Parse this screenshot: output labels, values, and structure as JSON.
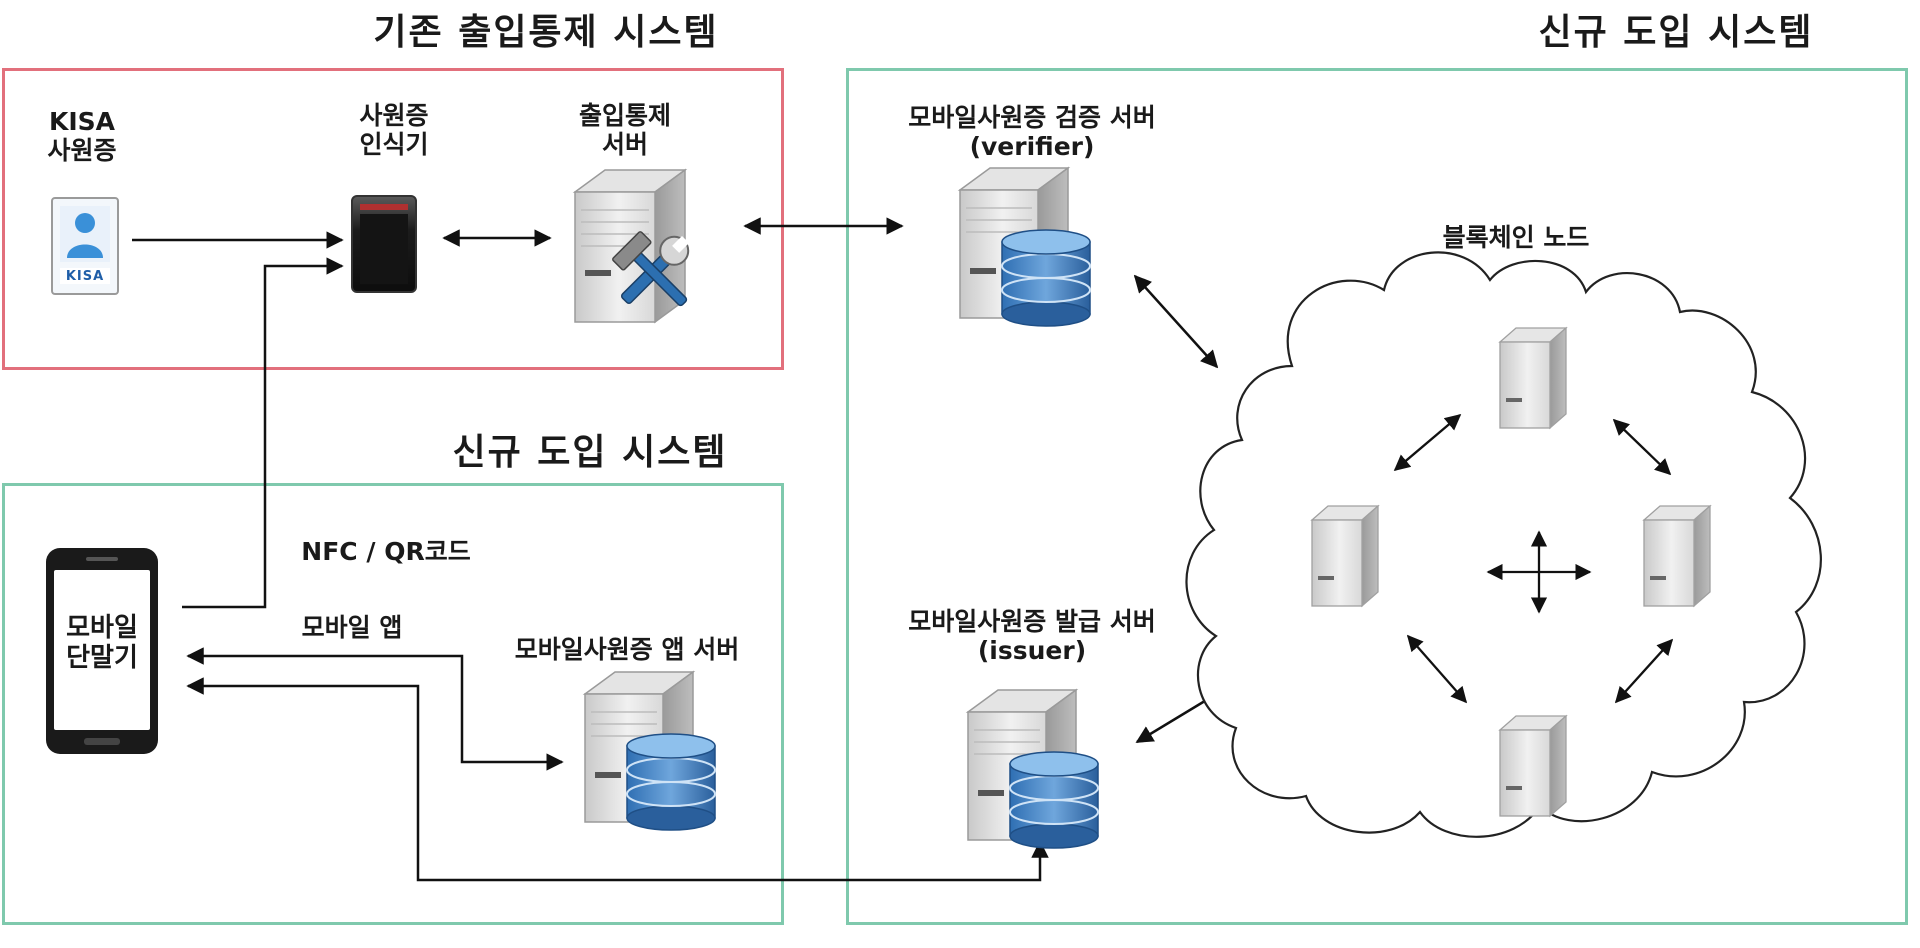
{
  "regions": {
    "legacy_title": "기존 출입통제 시스템",
    "new_title_left": "신규 도입 시스템",
    "new_title_right": "신규 도입 시스템"
  },
  "labels": {
    "kisa_card": "KISA\n사원증",
    "card_reader": "사원증\n인식기",
    "access_server": "출입통제\n서버",
    "verifier_server": "모바일사원증 검증 서버\n(verifier)",
    "blockchain_nodes": "블록체인 노드",
    "issuer_server": "모바일사원증 발급 서버\n(issuer)",
    "app_server": "모바일사원증 앱 서버",
    "mobile_device": "모바일\n단말기",
    "nfc_qr": "NFC / QR코드",
    "mobile_app": "모바일 앱",
    "card_logo": "KISA"
  },
  "colors": {
    "legacy_border": "#e2707c",
    "new_border": "#7fc9ad",
    "line": "#111111"
  }
}
